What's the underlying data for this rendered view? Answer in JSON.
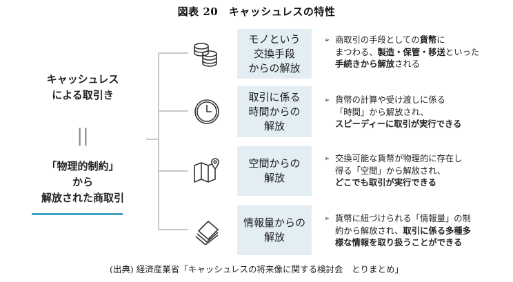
{
  "title": "図表 20　キャッシュレスの特性",
  "left": {
    "top_line1": "キャッシュレス",
    "top_line2": "による取引き",
    "equals": "||",
    "bottom_line1": "「物理的制約」",
    "bottom_line2": "から",
    "bottom_line3": "解放された商取引"
  },
  "features": [
    {
      "icon": "coins-icon",
      "label_lines": [
        "モノという",
        "交換手段",
        "からの解放"
      ],
      "arrow": "➢",
      "desc": [
        [
          {
            "t": "商取引の手段としての"
          },
          {
            "t": "貨幣",
            "b": true
          },
          {
            "t": "に"
          }
        ],
        [
          {
            "t": "まつわる、"
          },
          {
            "t": "製造・保管・移送",
            "b": true
          },
          {
            "t": "といった"
          }
        ],
        [
          {
            "t": "手続きから解放",
            "b": true
          },
          {
            "t": "される"
          }
        ]
      ]
    },
    {
      "icon": "clock-icon",
      "label_lines": [
        "取引に係る",
        "時間からの",
        "解放"
      ],
      "arrow": "➢",
      "desc": [
        [
          {
            "t": "貨幣の計算や受け渡しに係る"
          }
        ],
        [
          {
            "t": "「時間」から解放され、"
          }
        ],
        [
          {
            "t": "スピーディーに取引が実行できる",
            "b": true
          }
        ]
      ]
    },
    {
      "icon": "map-icon",
      "label_lines": [
        "空間からの",
        "解放"
      ],
      "arrow": "➢",
      "desc": [
        [
          {
            "t": "交換可能な貨幣が物理的に存在し"
          }
        ],
        [
          {
            "t": "得る「空間」から解放され、"
          }
        ],
        [
          {
            "t": "どこでも取引が実行できる",
            "b": true
          }
        ]
      ]
    },
    {
      "icon": "papers-icon",
      "label_lines": [
        "情報量からの",
        "解放"
      ],
      "arrow": "➢",
      "desc": [
        [
          {
            "t": "貨幣に紐づけられる「情報量」の制"
          }
        ],
        [
          {
            "t": "約から解放され、"
          },
          {
            "t": "取引に係る多種多",
            "b": true
          }
        ],
        [
          {
            "t": "様な情報を取り扱うことができる",
            "b": true
          }
        ]
      ]
    }
  ],
  "source": "(出典) 経済産業省「キャッシュレスの将来像に関する検討会　とりまとめ」"
}
